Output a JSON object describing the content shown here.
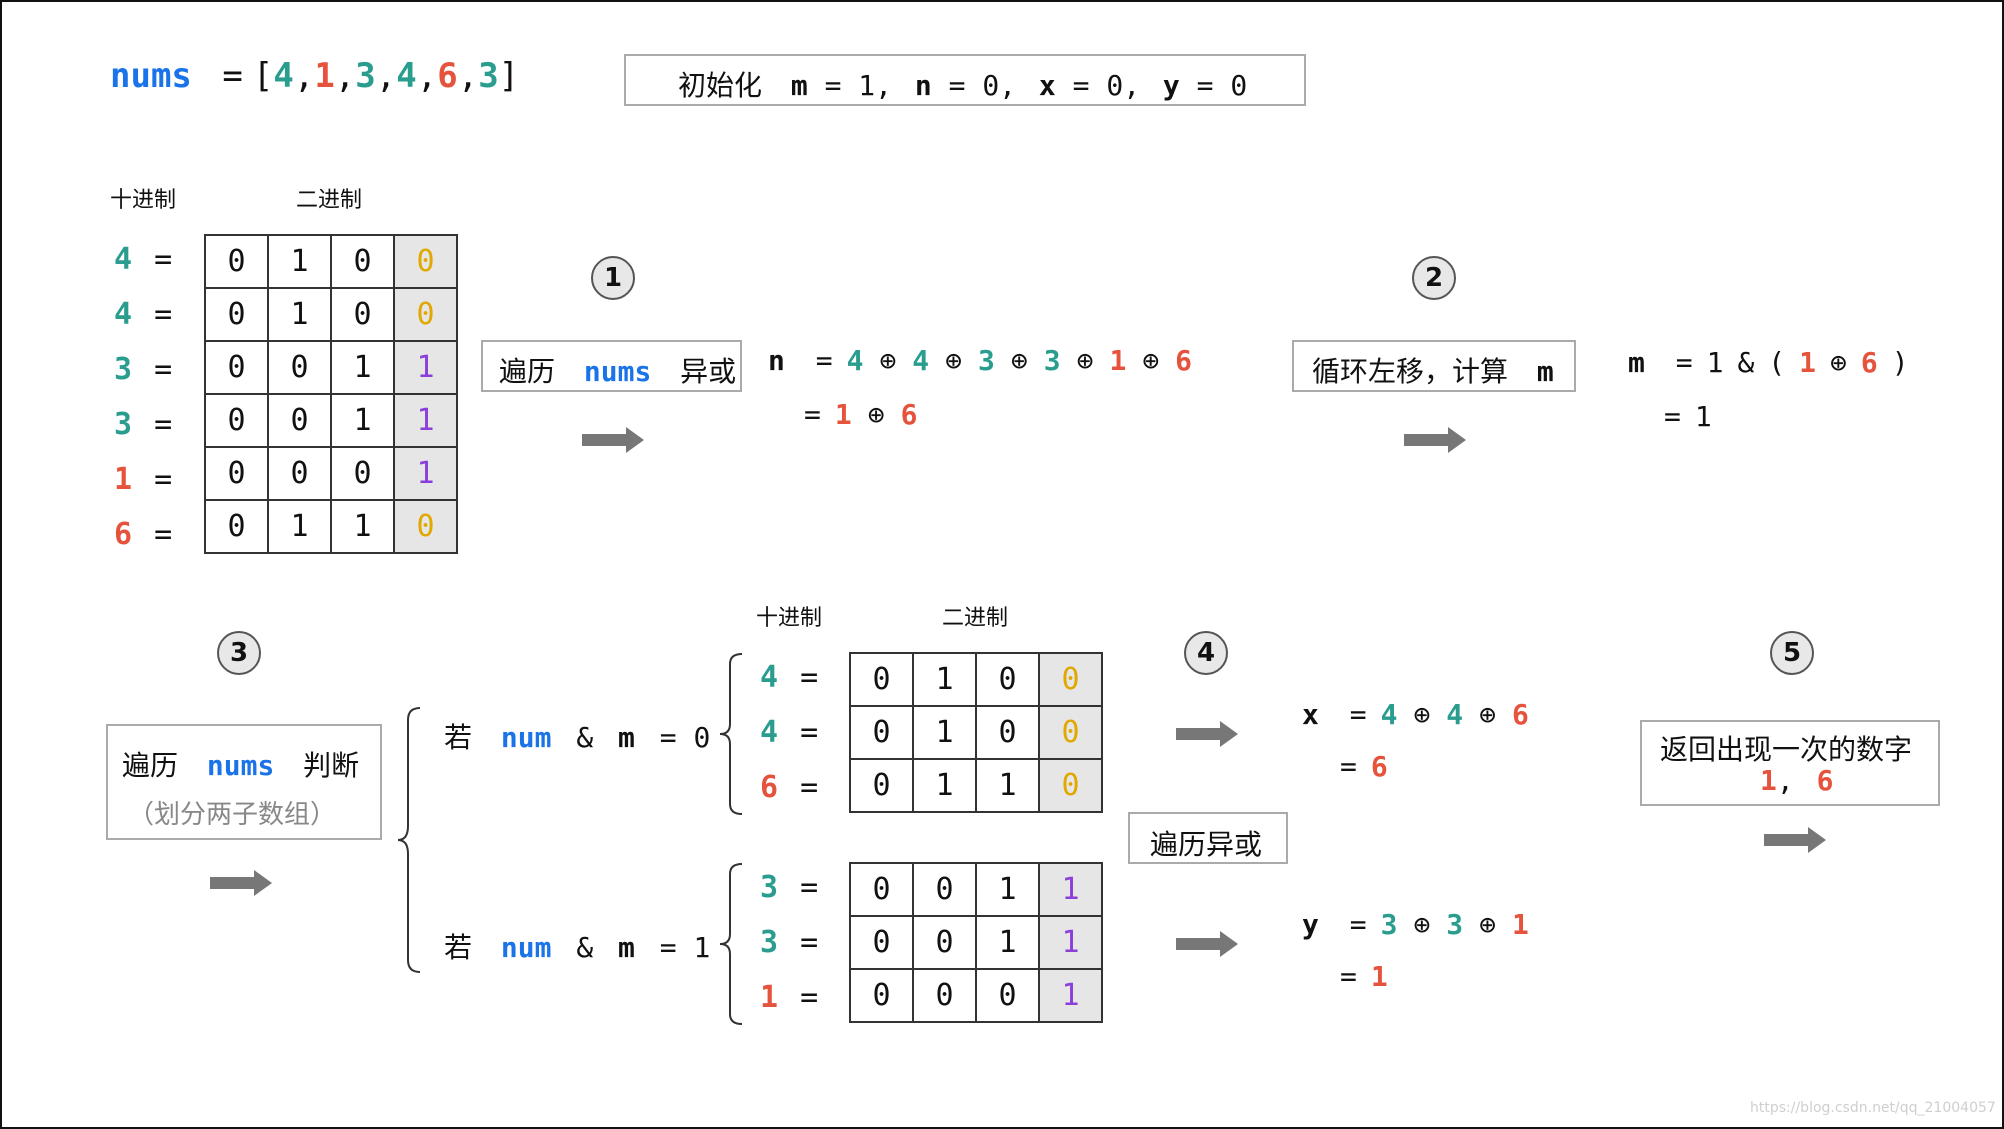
{
  "nums_line": {
    "name": "nums",
    "eq": "=",
    "open": "[",
    "close": "]",
    "items": [
      {
        "v": "4",
        "c": "teal"
      },
      {
        "v": "1",
        "c": "red"
      },
      {
        "v": "3",
        "c": "teal"
      },
      {
        "v": "4",
        "c": "teal"
      },
      {
        "v": "6",
        "c": "red"
      },
      {
        "v": "3",
        "c": "teal"
      }
    ]
  },
  "init_box": {
    "label": "初始化",
    "m": "m",
    "m_val": "= 1,",
    "n": "n",
    "n_val": "= 0,",
    "x": "x",
    "x_val": "= 0,",
    "y": "y",
    "y_val": "= 0"
  },
  "table1": {
    "header_dec": "十进制",
    "header_bin": "二进制",
    "rows": [
      {
        "dec": "4",
        "dc": "teal",
        "bits": [
          "0",
          "1",
          "0"
        ],
        "last": "0",
        "lc": "gold"
      },
      {
        "dec": "4",
        "dc": "teal",
        "bits": [
          "0",
          "1",
          "0"
        ],
        "last": "0",
        "lc": "gold"
      },
      {
        "dec": "3",
        "dc": "teal",
        "bits": [
          "0",
          "0",
          "1"
        ],
        "last": "1",
        "lc": "purple"
      },
      {
        "dec": "3",
        "dc": "teal",
        "bits": [
          "0",
          "0",
          "1"
        ],
        "last": "1",
        "lc": "purple"
      },
      {
        "dec": "1",
        "dc": "red",
        "bits": [
          "0",
          "0",
          "0"
        ],
        "last": "1",
        "lc": "purple"
      },
      {
        "dec": "6",
        "dc": "red",
        "bits": [
          "0",
          "1",
          "1"
        ],
        "last": "0",
        "lc": "gold"
      }
    ]
  },
  "steps": {
    "s1": "1",
    "s2": "2",
    "s3": "3",
    "s4": "4",
    "s5": "5"
  },
  "step1_box": {
    "pre": "遍历",
    "nums": "nums",
    "post": "异或"
  },
  "n_expr": {
    "lhs": "n",
    "line1": [
      {
        "v": "4",
        "c": "teal"
      },
      {
        "v": "⊕",
        "c": "op"
      },
      {
        "v": "4",
        "c": "teal"
      },
      {
        "v": "⊕",
        "c": "op"
      },
      {
        "v": "3",
        "c": "teal"
      },
      {
        "v": "⊕",
        "c": "op"
      },
      {
        "v": "3",
        "c": "teal"
      },
      {
        "v": "⊕",
        "c": "op"
      },
      {
        "v": "1",
        "c": "red"
      },
      {
        "v": "⊕",
        "c": "op"
      },
      {
        "v": "6",
        "c": "red"
      }
    ],
    "line2": [
      {
        "v": "1",
        "c": "red"
      },
      {
        "v": "⊕",
        "c": "op"
      },
      {
        "v": "6",
        "c": "red"
      }
    ]
  },
  "step2_box": {
    "text": "循环左移，计算",
    "m": "m"
  },
  "m_expr": {
    "lhs": "m",
    "line1": [
      {
        "v": "1",
        "c": "plain"
      },
      {
        "v": "&",
        "c": "plain"
      },
      {
        "v": "(",
        "c": "plain"
      },
      {
        "v": "1",
        "c": "red"
      },
      {
        "v": "⊕",
        "c": "op"
      },
      {
        "v": "6",
        "c": "red"
      },
      {
        "v": ")",
        "c": "plain"
      }
    ],
    "line2": [
      {
        "v": "1",
        "c": "plain"
      }
    ]
  },
  "step3_box": {
    "pre": "遍历",
    "nums": "nums",
    "post": "判断",
    "sub": "（划分两子数组）"
  },
  "cond0": {
    "pre": "若",
    "num": "num",
    "rest_a": "&",
    "m": "m",
    "rest_b": "= 0"
  },
  "cond1": {
    "pre": "若",
    "num": "num",
    "rest_a": "&",
    "m": "m",
    "rest_b": "= 1"
  },
  "table2": {
    "header_dec": "十进制",
    "header_bin": "二进制",
    "rows": [
      {
        "dec": "4",
        "dc": "teal",
        "bits": [
          "0",
          "1",
          "0"
        ],
        "last": "0",
        "lc": "gold"
      },
      {
        "dec": "4",
        "dc": "teal",
        "bits": [
          "0",
          "1",
          "0"
        ],
        "last": "0",
        "lc": "gold"
      },
      {
        "dec": "6",
        "dc": "red",
        "bits": [
          "0",
          "1",
          "1"
        ],
        "last": "0",
        "lc": "gold"
      }
    ]
  },
  "table3": {
    "rows": [
      {
        "dec": "3",
        "dc": "teal",
        "bits": [
          "0",
          "0",
          "1"
        ],
        "last": "1",
        "lc": "purple"
      },
      {
        "dec": "3",
        "dc": "teal",
        "bits": [
          "0",
          "0",
          "1"
        ],
        "last": "1",
        "lc": "purple"
      },
      {
        "dec": "1",
        "dc": "red",
        "bits": [
          "0",
          "0",
          "0"
        ],
        "last": "1",
        "lc": "purple"
      }
    ]
  },
  "step4_box": {
    "text": "遍历异或"
  },
  "x_expr": {
    "lhs": "x",
    "line1": [
      {
        "v": "4",
        "c": "teal"
      },
      {
        "v": "⊕",
        "c": "op"
      },
      {
        "v": "4",
        "c": "teal"
      },
      {
        "v": "⊕",
        "c": "op"
      },
      {
        "v": "6",
        "c": "red"
      }
    ],
    "line2": [
      {
        "v": "6",
        "c": "red"
      }
    ]
  },
  "y_expr": {
    "lhs": "y",
    "line1": [
      {
        "v": "3",
        "c": "teal"
      },
      {
        "v": "⊕",
        "c": "op"
      },
      {
        "v": "3",
        "c": "teal"
      },
      {
        "v": "⊕",
        "c": "op"
      },
      {
        "v": "1",
        "c": "red"
      }
    ],
    "line2": [
      {
        "v": "1",
        "c": "red"
      }
    ]
  },
  "step5_box": {
    "text": "返回出现一次的数字",
    "a": "1",
    "sep": ",",
    "b": "6"
  },
  "watermark": "https://blog.csdn.net/qq_21004057",
  "colors": {
    "teal": "#2a9d8f",
    "red": "#e5533d",
    "blue": "#1a73e8",
    "gold": "#e0a800",
    "purple": "#8b3fd9"
  }
}
